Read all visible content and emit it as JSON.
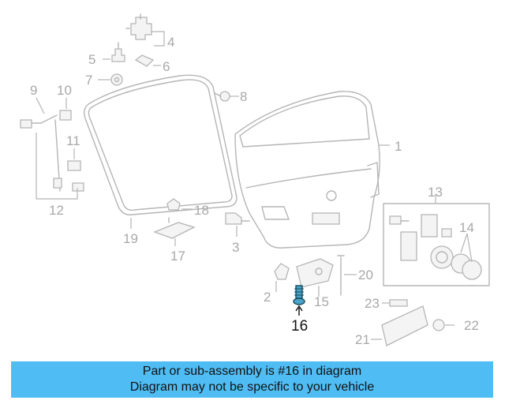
{
  "diagram": {
    "callouts": [
      {
        "id": "1",
        "text": "1"
      },
      {
        "id": "2",
        "text": "2"
      },
      {
        "id": "3",
        "text": "3"
      },
      {
        "id": "4",
        "text": "4"
      },
      {
        "id": "5",
        "text": "5"
      },
      {
        "id": "6",
        "text": "6"
      },
      {
        "id": "7",
        "text": "7"
      },
      {
        "id": "8",
        "text": "8"
      },
      {
        "id": "9",
        "text": "9"
      },
      {
        "id": "10",
        "text": "10"
      },
      {
        "id": "11",
        "text": "11"
      },
      {
        "id": "12",
        "text": "12"
      },
      {
        "id": "13",
        "text": "13"
      },
      {
        "id": "14",
        "text": "14"
      },
      {
        "id": "15",
        "text": "15"
      },
      {
        "id": "16",
        "text": "16"
      },
      {
        "id": "17",
        "text": "17"
      },
      {
        "id": "18",
        "text": "18"
      },
      {
        "id": "19",
        "text": "19"
      },
      {
        "id": "20",
        "text": "20"
      },
      {
        "id": "21",
        "text": "21"
      },
      {
        "id": "22",
        "text": "22"
      },
      {
        "id": "23",
        "text": "23"
      }
    ],
    "highlighted_part": "16",
    "highlight_color": "#4aa3c8",
    "line_color": "#b5b5b5"
  },
  "banner": {
    "line1": "Part or sub-assembly is #16 in diagram",
    "line2": "Diagram may not be specific to your vehicle",
    "background": "#4fbdf4"
  }
}
